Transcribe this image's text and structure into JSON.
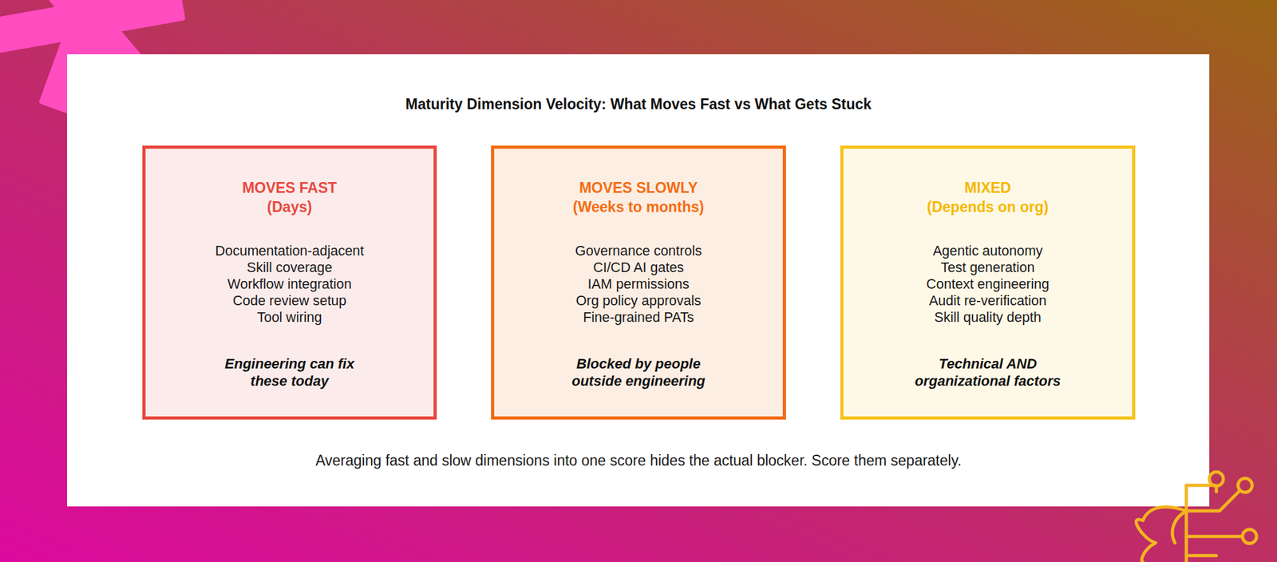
{
  "diagram": {
    "title": "Maturity Dimension Velocity: What Moves Fast vs What Gets Stuck",
    "caption": "Averaging fast and slow dimensions into one score hides the actual blocker. Score them separately.",
    "nodes": [
      {
        "text": [
          "MOVES FAST",
          "(Days)",
          "Documentation-adjacent",
          "Skill coverage",
          "Workflow integration",
          "Code review setup",
          "Tool wiring",
          "Engineering can fix these today"
        ]
      },
      {
        "text": [
          "MOVES SLOWLY",
          "(Weeks to months)",
          "Governance controls",
          "CI/CD AI gates",
          "IAM permissions",
          "Org policy approvals",
          "Fine-grained PATs",
          "Blocked by people outside engineering"
        ]
      },
      {
        "text": [
          "MIXED",
          "(Depends on org)",
          "Agentic autonomy",
          "Test generation",
          "Context engineering",
          "Audit re-verification",
          "Skill quality depth",
          "Technical AND organizational factors"
        ]
      }
    ]
  }
}
